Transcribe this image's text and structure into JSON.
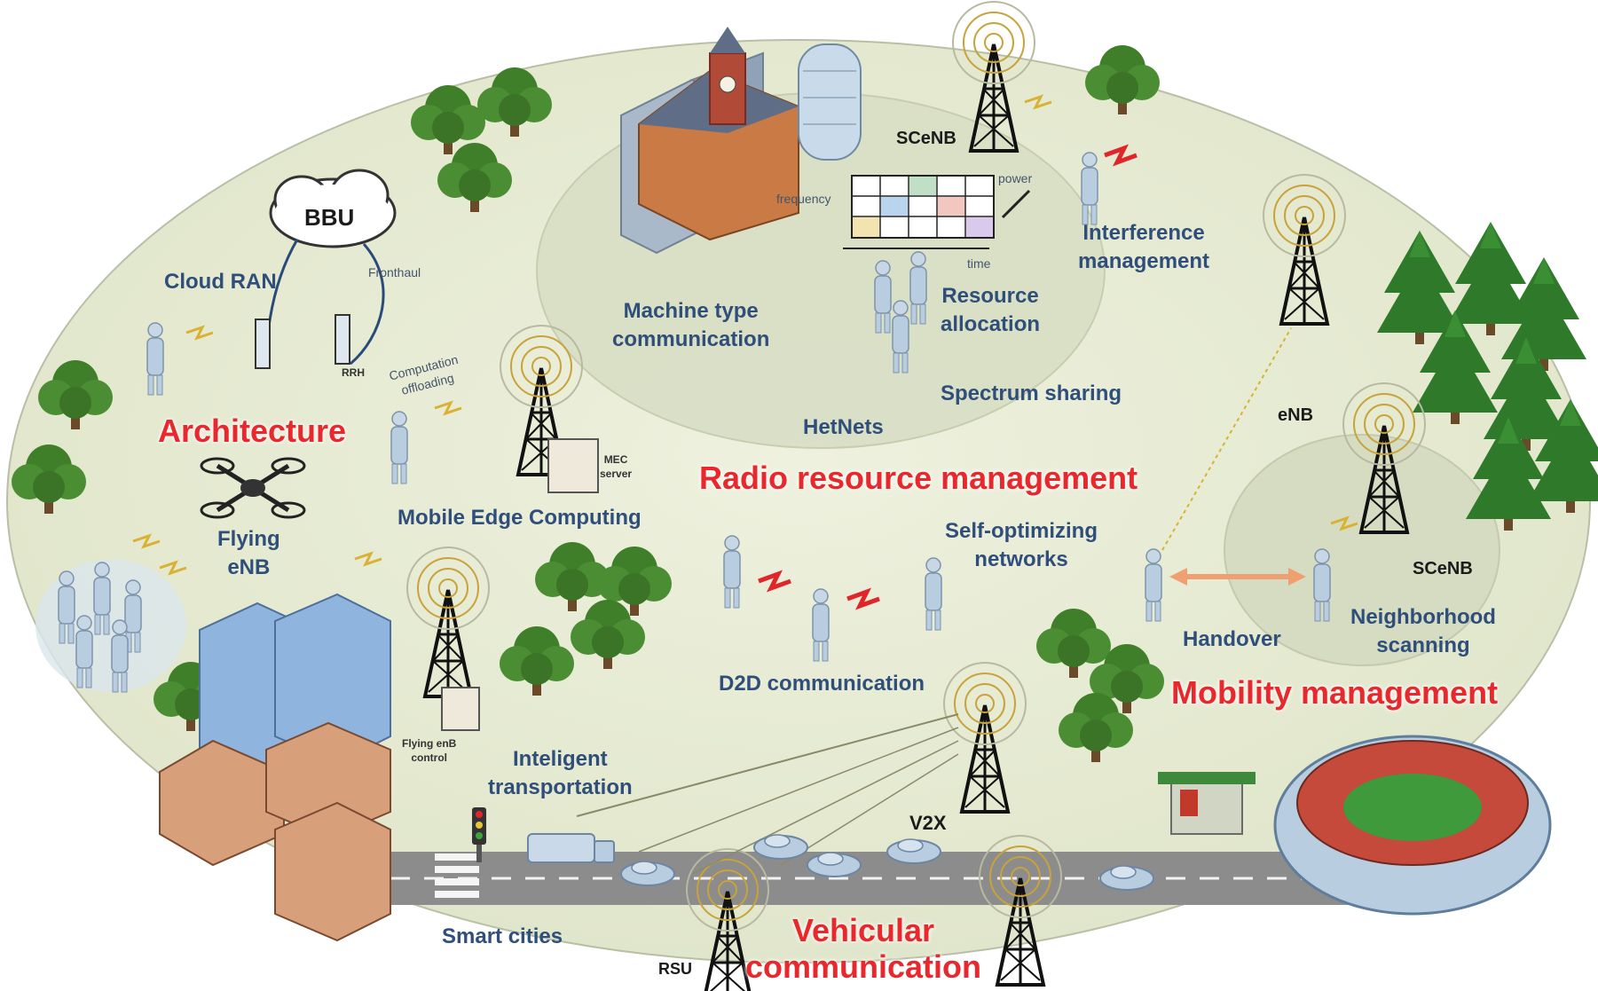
{
  "categories": {
    "architecture": "Architecture",
    "radio_resource_management": "Radio resource management",
    "mobility_management": "Mobility management",
    "vehicular_communication": "Vehicular\ncommunication"
  },
  "labels": {
    "bbu": "BBU",
    "cloud_ran": "Cloud RAN",
    "fronthaul": "Fronthaul",
    "rrh": "RRH",
    "computation_offloading": "Computation\noffloading",
    "mec_server": "MEC\nserver",
    "mobile_edge_computing": "Mobile Edge Computing",
    "flying_enb": "Flying\neNB",
    "flying_enb_control": "Flying enB\ncontrol",
    "sceNB_top": "SCeNB",
    "frequency": "frequency",
    "power": "power",
    "time": "time",
    "machine_type_communication": "Machine type\ncommunication",
    "resource_allocation": "Resource\nallocation",
    "spectrum_sharing": "Spectrum sharing",
    "hetnets": "HetNets",
    "interference_management": "Interference\nmanagement",
    "enb": "eNB",
    "self_optimizing_networks": "Self-optimizing\nnetworks",
    "d2d_communication": "D2D communication",
    "handover": "Handover",
    "sceNB_right": "SCeNB",
    "neighborhood_scanning": "Neighborhood\nscanning",
    "intelligent_transportation": "Inteligent\ntransportation",
    "v2x": "V2X",
    "smart_cities": "Smart cities",
    "rsu": "RSU"
  },
  "icons": [
    "tree-icon",
    "person-icon",
    "cell-tower-icon",
    "cloud-icon",
    "drone-icon",
    "car-icon",
    "building-icon",
    "stadium-icon",
    "traffic-light-icon",
    "server-icon"
  ],
  "colors": {
    "ground": "#e3e8d0",
    "headline": "#e8282c",
    "label": "#2f4f7a",
    "tree": "#3f7f2a",
    "pine": "#2f7a2a",
    "road": "#8c8c8c",
    "person": "#b9cde0",
    "signal": "#d9b233"
  }
}
